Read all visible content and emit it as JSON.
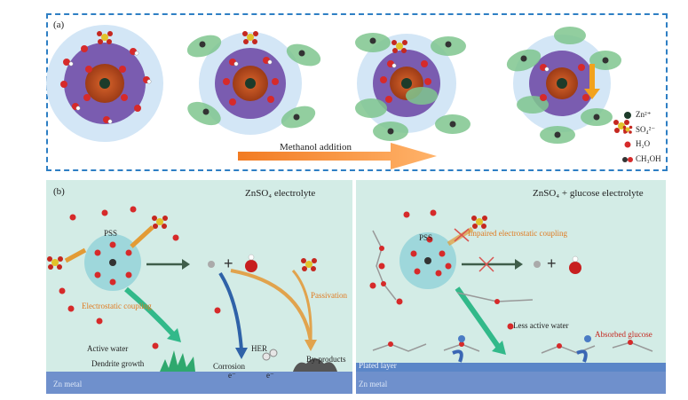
{
  "panel_a": {
    "label": "(a)",
    "arrow_label": "Methanol addition",
    "legend": [
      {
        "name": "zn-ion",
        "text": "Zn²⁺"
      },
      {
        "name": "sulfate",
        "text": "SO₄²⁻"
      },
      {
        "name": "water",
        "text": "H₂O"
      },
      {
        "name": "methanol",
        "text": "CH₃OH"
      }
    ]
  },
  "panel_b": {
    "label": "(b)",
    "left": {
      "title": "ZnSO₄ electrolyte",
      "pss": "PSS",
      "electrostatic": "Electrostatic coupling",
      "active_water": "Active water",
      "dendrite": "Dendrite growth",
      "corrosion": "Corrosion",
      "her": "HER",
      "passivation": "Passivation",
      "byproducts": "By-products",
      "metal": "Zn metal",
      "electron1": "e⁻",
      "electron2": "e⁻"
    },
    "right": {
      "title": "ZnSO₄ + glucose electrolyte",
      "pss": "PSS",
      "impaired": "Impaired electrostatic coupling",
      "less_water": "Less active water",
      "absorbed": "Absorbed glucose",
      "plated": "Plated layer",
      "metal": "Zn metal"
    }
  },
  "colors": {
    "frame": "#2e7fc4",
    "outer_shell": "#cfe3f5",
    "inner_shell": "#7d5fb3",
    "core": "#b5481e",
    "arrow": "#ef6a1f",
    "methanol_ring": "#7fc68f",
    "metal": "#6f90cc"
  }
}
